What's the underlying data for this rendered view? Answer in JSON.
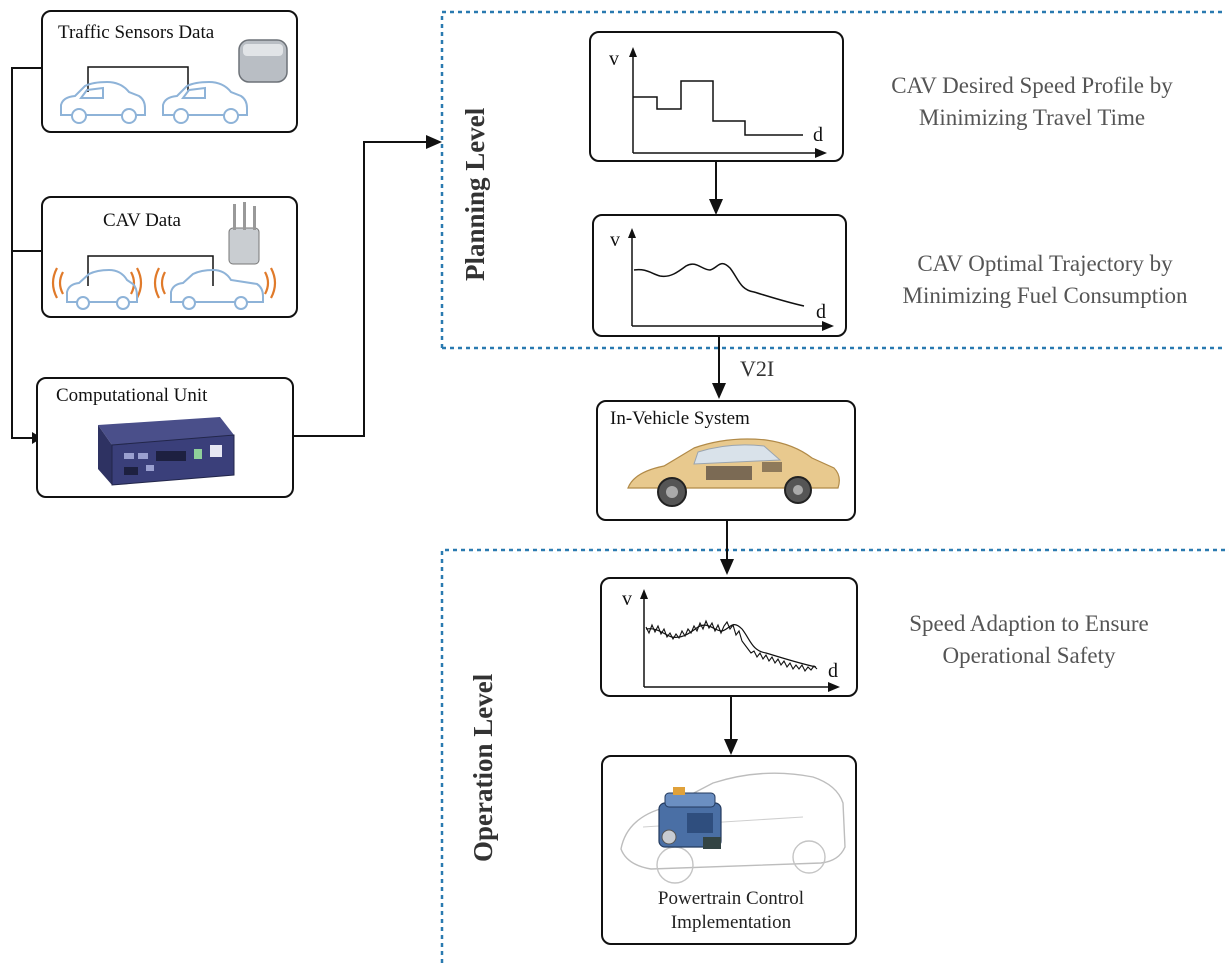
{
  "left_inputs": {
    "traffic_sensors": {
      "title": "Traffic Sensors Data",
      "icon": "traffic-sensor-icon"
    },
    "cav_data": {
      "title": "CAV Data",
      "icon": "roadside-antenna-icon"
    },
    "computational_unit": {
      "title": "Computational Unit",
      "icon": "embedded-computer-icon"
    }
  },
  "planning": {
    "level_label": "Planning Level",
    "speed_profile": {
      "axis_y": "v",
      "axis_x": "d",
      "caption_line1": "CAV Desired Speed Profile by",
      "caption_line2": "Minimizing Travel Time"
    },
    "optimal_trajectory": {
      "axis_y": "v",
      "axis_x": "d",
      "caption_line1": "CAV Optimal Trajectory by",
      "caption_line2": "Minimizing Fuel Consumption"
    }
  },
  "link_label": "V2I",
  "in_vehicle": {
    "title": "In-Vehicle System",
    "icon": "vehicle-cutaway-icon"
  },
  "operation": {
    "level_label": "Operation Level",
    "speed_adaption": {
      "axis_y": "v",
      "axis_x": "d",
      "caption_line1": "Speed Adaption to Ensure",
      "caption_line2": "Operational Safety"
    },
    "powertrain": {
      "title_line1": "Powertrain Control",
      "title_line2": "Implementation",
      "icon": "engine-in-car-icon"
    }
  },
  "colors": {
    "dashed_border": "#2a7ab0",
    "wave": "#e07a2a",
    "device": "#3a3f7a"
  }
}
